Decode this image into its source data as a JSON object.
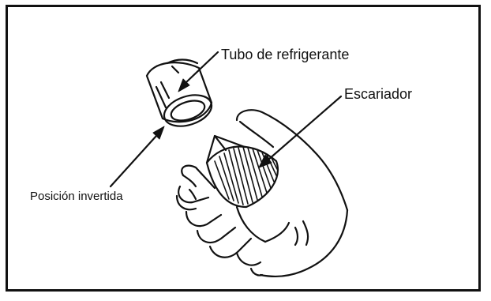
{
  "labels": {
    "tube": "Tubo de refrigerante",
    "reamer": "Escariador",
    "inverted_position": "Posición invertida"
  },
  "colors": {
    "line": "#111111",
    "background": "#ffffff"
  }
}
